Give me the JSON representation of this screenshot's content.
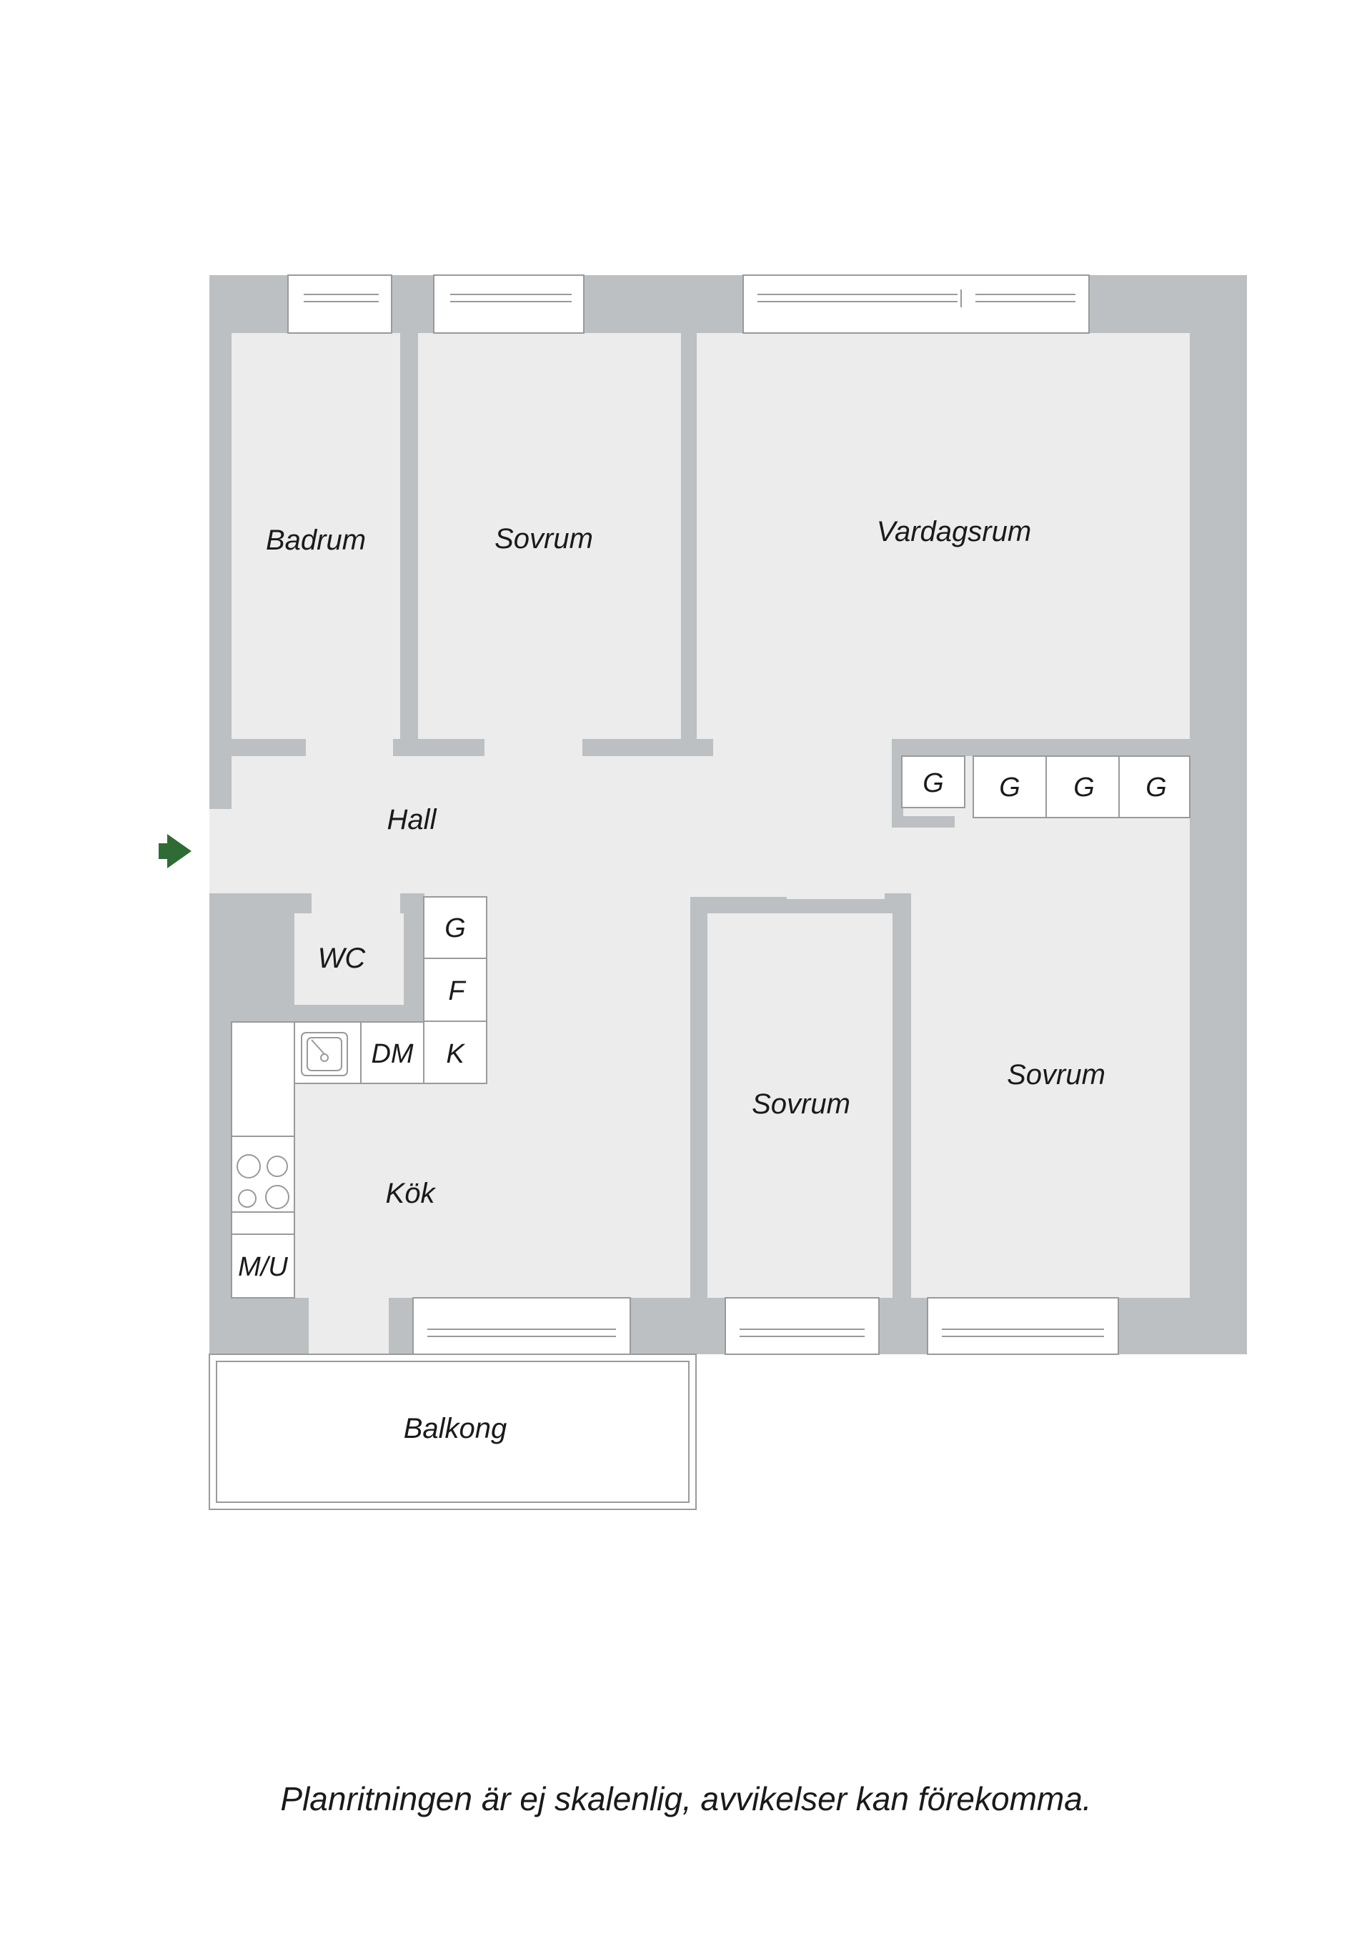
{
  "colors": {
    "wall": "#bcc0c2",
    "floor": "#ececec",
    "background": "#ffffff",
    "fixture_line": "#9a9a9a",
    "entrance_arrow": "#2f6b35"
  },
  "rooms": {
    "badrum": "Badrum",
    "sovrum_top": "Sovrum",
    "vardagsrum": "Vardagsrum",
    "hall": "Hall",
    "wc": "WC",
    "kok": "Kök",
    "sovrum_middle": "Sovrum",
    "sovrum_right": "Sovrum",
    "balkong": "Balkong"
  },
  "units": {
    "wardrobe_hall_small": "G",
    "wardrobe_hall_1": "G",
    "wardrobe_hall_2": "G",
    "wardrobe_hall_3": "G",
    "wardrobe_kitchen": "G",
    "freezer": "F",
    "fridge": "K",
    "dishwasher": "DM",
    "microwave_oven": "M/U"
  },
  "icons": {
    "entrance": "entrance-arrow-icon",
    "sink": "sink-icon",
    "stove": "stove-icon"
  },
  "disclaimer": "Planritningen är ej skalenlig, avvikelser kan förekomma."
}
